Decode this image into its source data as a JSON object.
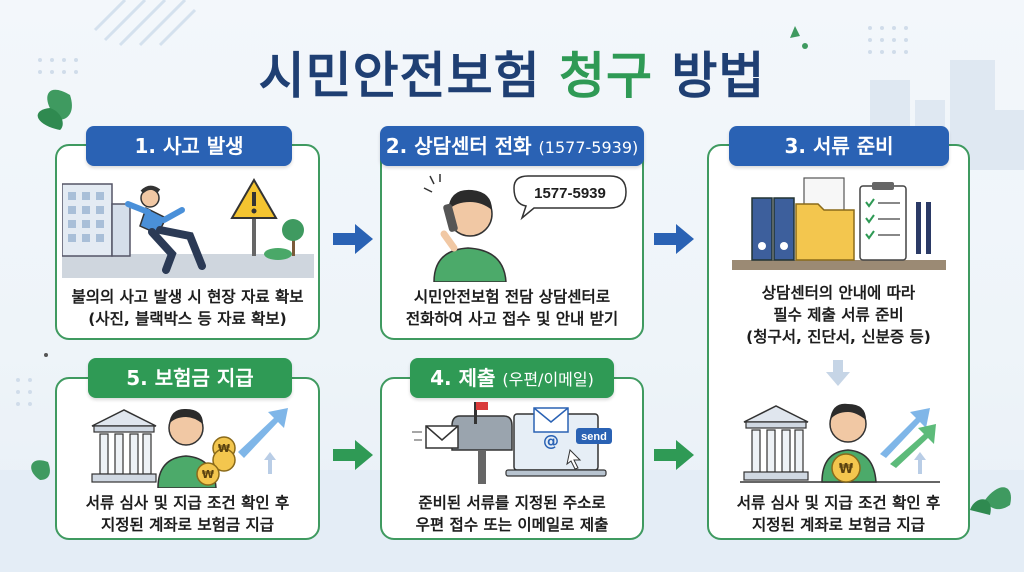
{
  "title": {
    "part1": "시민안전보험",
    "part2": "청구",
    "part3": "방법"
  },
  "colors": {
    "blue": "#2a62b4",
    "green": "#2f9a55",
    "navy": "#1f3f73"
  },
  "steps": [
    {
      "label": "1. 사고 발생",
      "desc": [
        "불의의 사고 발생 시 현장 자료 확보",
        "(사진, 블랙박스 등 자료 확보)"
      ]
    },
    {
      "label": "2. 상담센터 전화",
      "label_sub": "(1577-5939)",
      "phone": "1577-5939",
      "desc": [
        "시민안전보험 전담 상담센터로",
        "전화하여 사고 접수 및 안내 받기"
      ]
    },
    {
      "label": "3. 서류 준비",
      "desc": [
        "상담센터의 안내에 따라",
        "필수 제출 서류 준비",
        "(청구서, 진단서, 신분증 등)"
      ],
      "desc2": [
        "서류 심사 및 지급 조건 확인 후",
        "지정된 계좌로 보험금 지급"
      ]
    },
    {
      "label": "4. 제출",
      "label_sub": "(우편/이메일)",
      "send": "send",
      "desc": [
        "준비된 서류를 지정된 주소로",
        "우편 접수 또는 이메일로 제출"
      ]
    },
    {
      "label": "5. 보험금 지급",
      "desc": [
        "서류 심사 및 지급 조건 확인 후",
        "지정된 계좌로 보험금 지급"
      ]
    }
  ],
  "coin_symbol": "₩",
  "icons": [
    "warning-icon",
    "phone-icon",
    "envelope-icon",
    "at-icon",
    "mailbox-icon",
    "laptop-icon",
    "bank-icon",
    "coin-icon",
    "growth-arrow-icon",
    "binder-icon",
    "folder-icon",
    "clipboard-icon",
    "pen-icon"
  ]
}
